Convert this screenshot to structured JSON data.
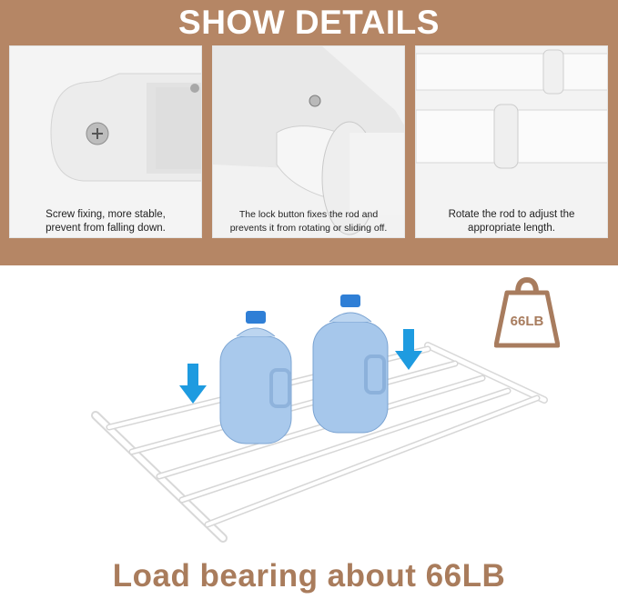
{
  "header": {
    "title": "SHOW DETAILS"
  },
  "details": [
    {
      "caption_line1": "Screw fixing, more stable,",
      "caption_line2": "prevent from falling down."
    },
    {
      "caption_line1": "The lock button fixes the rod and",
      "caption_line2": "prevents it from rotating or sliding off."
    },
    {
      "caption_line1": "Rotate the rod to adjust the",
      "caption_line2": "appropriate length."
    }
  ],
  "weight_badge": {
    "label": "66LB",
    "icon": "weight-icon"
  },
  "footer": {
    "text": "Load bearing about 66LB"
  },
  "colors": {
    "brown_band": "#b58665",
    "footer_text": "#a97c5c",
    "arrow_blue": "#1e9be0"
  }
}
